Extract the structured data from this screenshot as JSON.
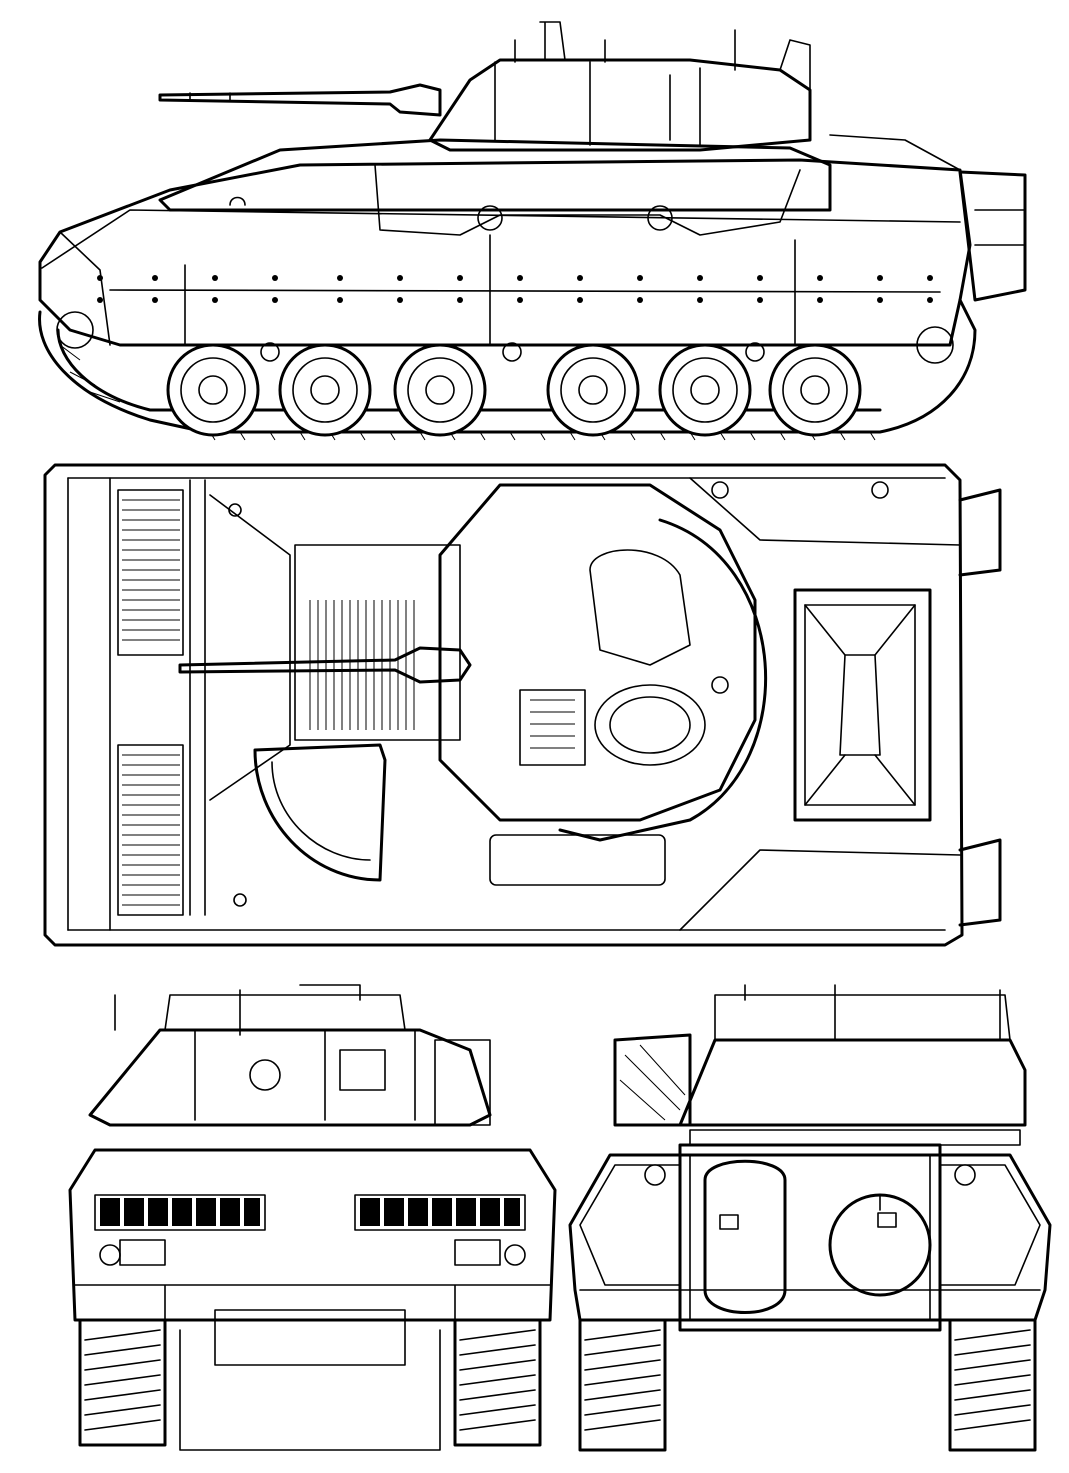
{
  "drawing": {
    "views": [
      {
        "id": "side",
        "name": "side-view"
      },
      {
        "id": "top",
        "name": "top-view"
      },
      {
        "id": "front",
        "name": "front-view"
      },
      {
        "id": "rear",
        "name": "rear-view"
      }
    ],
    "road_wheels_per_side": 6,
    "line_color": "#000000",
    "background_color": "#ffffff"
  }
}
